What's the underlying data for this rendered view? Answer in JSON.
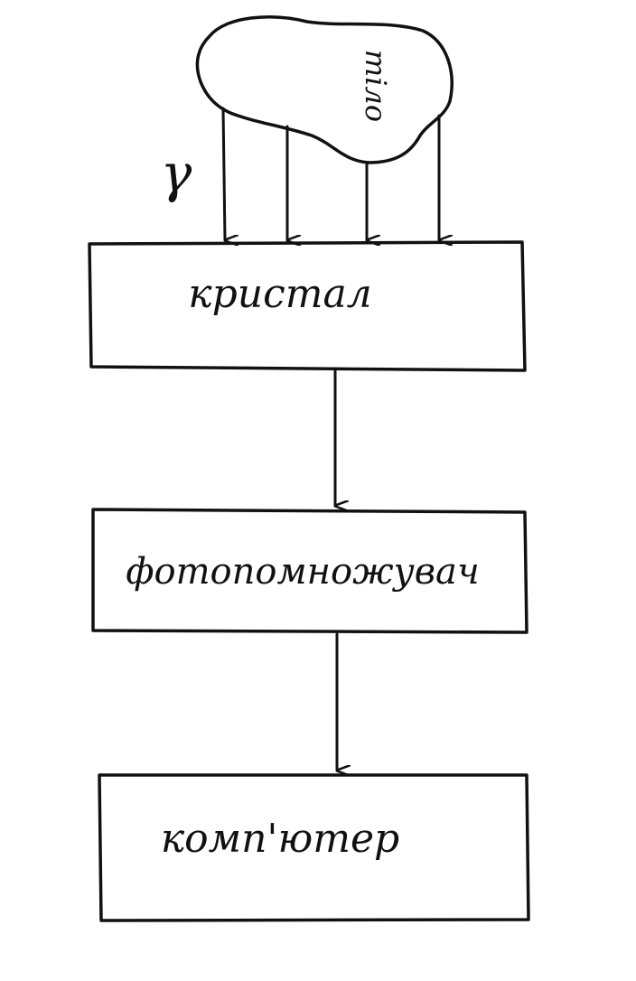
{
  "diagram": {
    "source": {
      "label": "тіло",
      "radiation_symbol": "γ"
    },
    "blocks": [
      {
        "id": "crystal",
        "label": "кристал"
      },
      {
        "id": "pmt",
        "label": "фотопомножувач"
      },
      {
        "id": "computer",
        "label": "комп'ютер"
      }
    ]
  }
}
